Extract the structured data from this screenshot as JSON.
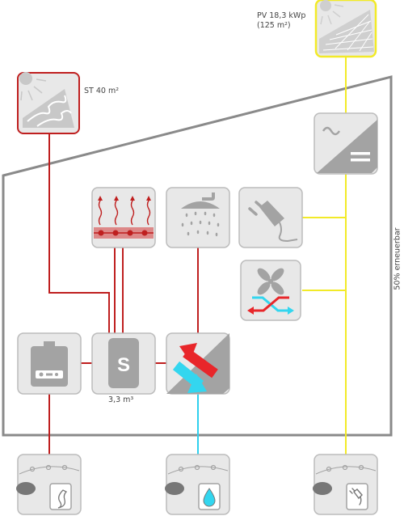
{
  "labels": {
    "pv_power": "PV 18,3 kWp",
    "pv_area": "(125 m²)",
    "solar_thermal": "ST 40 m²",
    "storage_volume": "3,3 m³",
    "renewable_share": "50% erneuerbar",
    "storage_symbol": "S"
  },
  "colors": {
    "heat_line": "#bf1f1f",
    "electric_line": "#f2ea28",
    "water_line": "#2fd0ee",
    "module_fill": "#e8e8e8",
    "module_border": "#bcbcbc",
    "building_outline": "#8a8a8a",
    "icon_gray": "#9e9e9e",
    "arrow_red": "#e8262a",
    "arrow_cyan": "#33d6ef"
  },
  "icons": [
    "pv-panel-icon",
    "solar-thermal-panel-icon",
    "inverter-icon",
    "floor-heating-icon",
    "shower-icon",
    "power-plug-icon",
    "ventilation-fan-icon",
    "boiler-icon",
    "storage-tank-icon",
    "heat-exchanger-icon",
    "gas-meter-icon",
    "water-meter-icon",
    "electricity-meter-icon"
  ]
}
